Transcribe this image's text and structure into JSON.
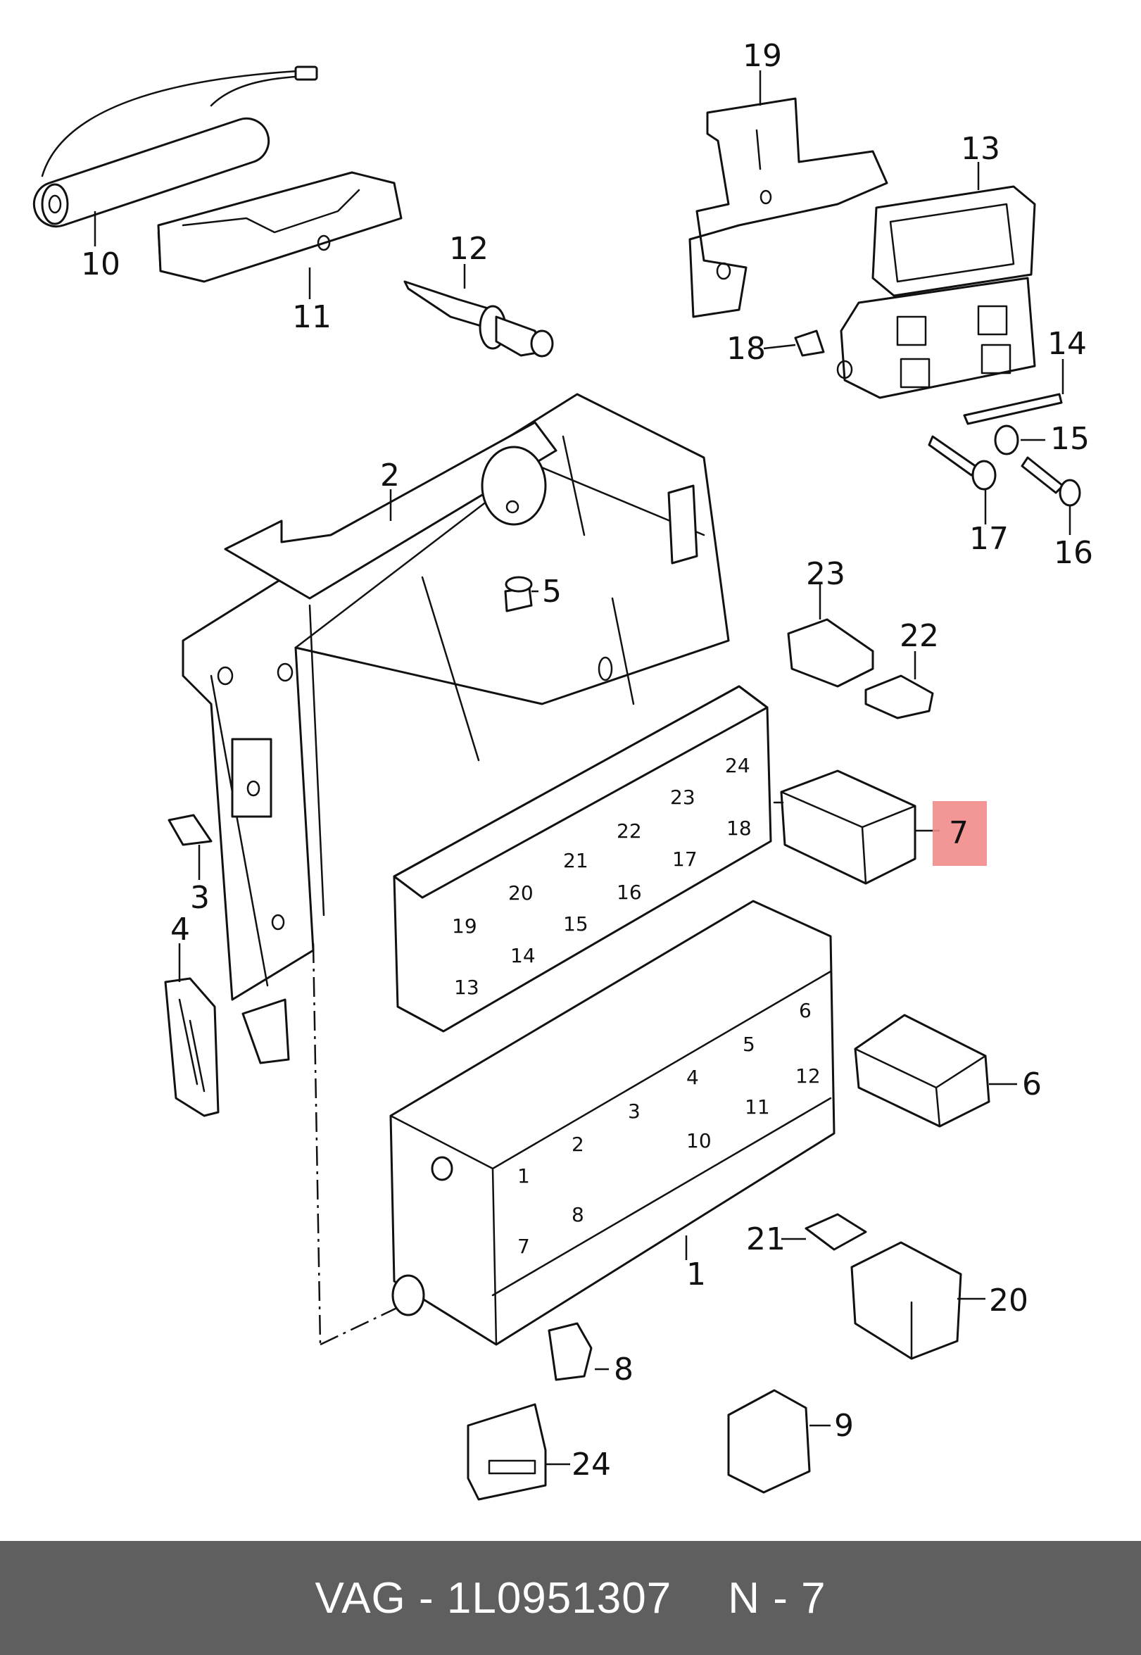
{
  "callouts": {
    "c1": "1",
    "c2": "2",
    "c3": "3",
    "c4": "4",
    "c5": "5",
    "c6": "6",
    "c7": "7",
    "c8": "8",
    "c9": "9",
    "c10": "10",
    "c11": "11",
    "c12": "12",
    "c13": "13",
    "c14": "14",
    "c15": "15",
    "c16": "16",
    "c17": "17",
    "c18": "18",
    "c19": "19",
    "c20": "20",
    "c21": "21",
    "c22": "22",
    "c23": "23",
    "c24": "24"
  },
  "relay_positions": {
    "r13": "13",
    "r14": "14",
    "r15": "15",
    "r16": "16",
    "r17": "17",
    "r18": "18",
    "r19": "19",
    "r20": "20",
    "r21": "21",
    "r22": "22",
    "r23": "23",
    "r24": "24"
  },
  "fuse_positions": {
    "f1": "1",
    "f2": "2",
    "f3": "3",
    "f4": "4",
    "f5": "5",
    "f6": "6",
    "f7": "7",
    "f8": "8",
    "f10": "10",
    "f11": "11",
    "f12": "12"
  },
  "highlight": {
    "color": "#f28b8b"
  },
  "footer": {
    "brand_part": "VAG - 1L0951307",
    "position": "N - 7",
    "background": "#5f5f5f"
  }
}
